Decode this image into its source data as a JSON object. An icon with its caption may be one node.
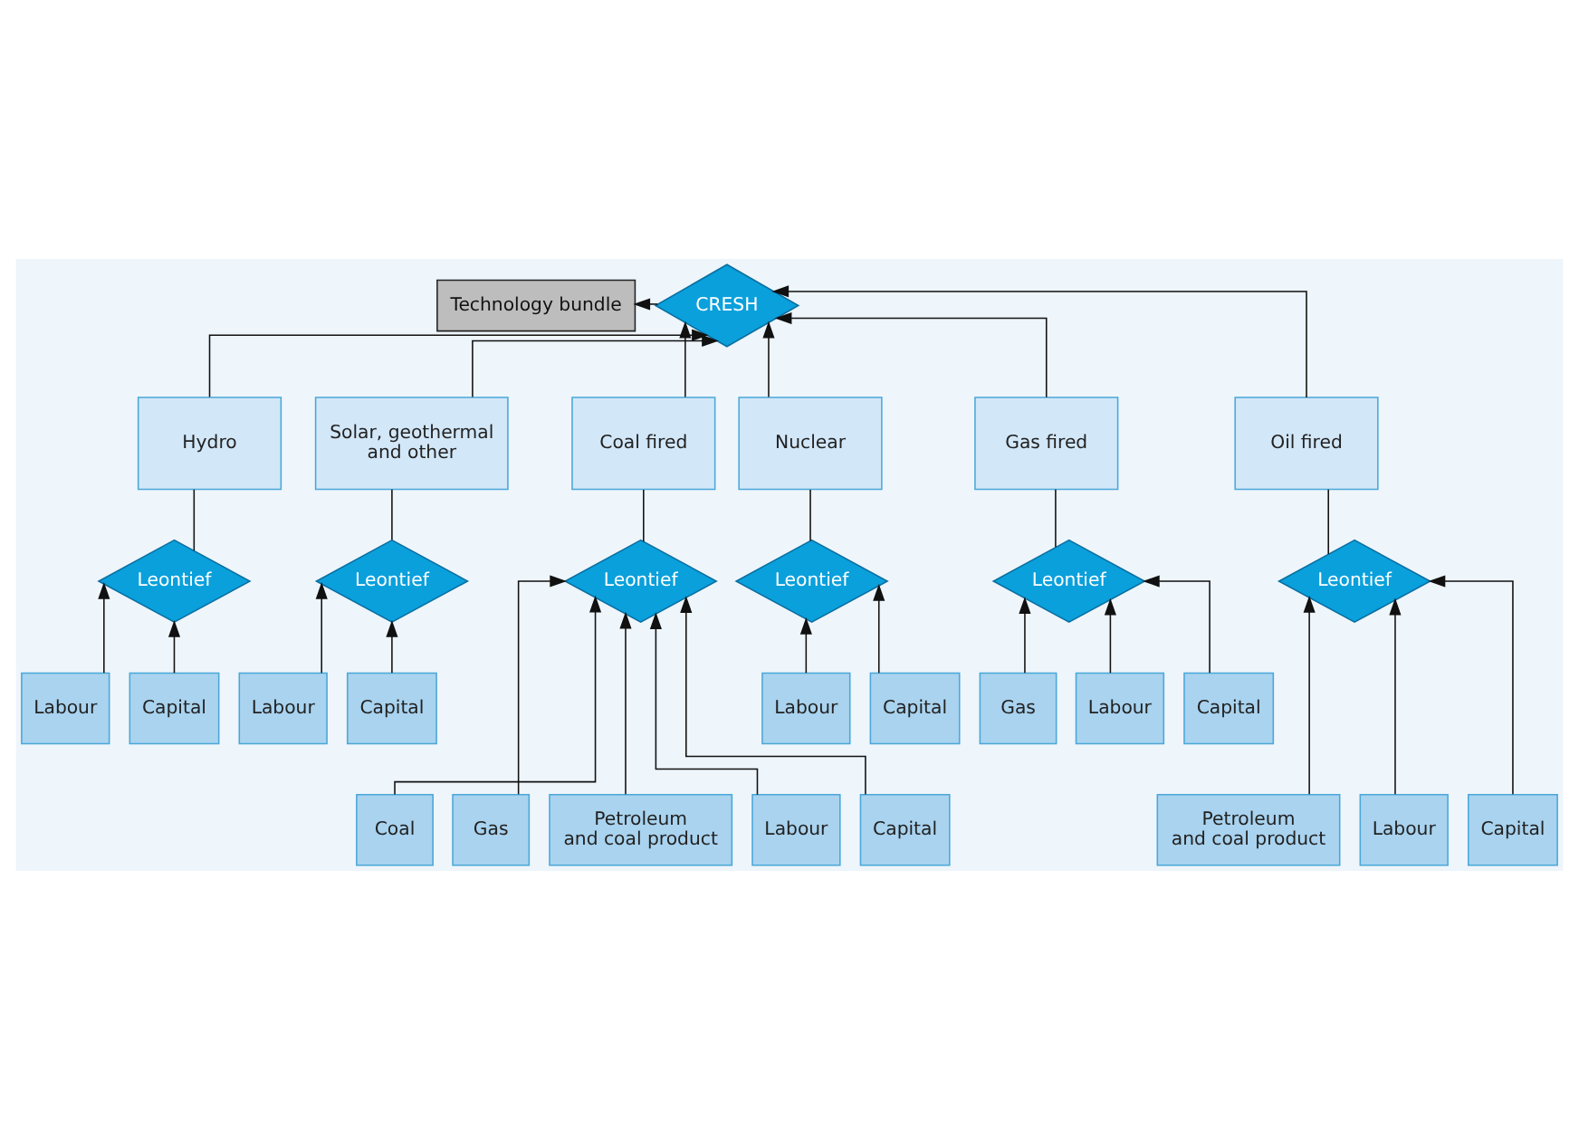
{
  "diagram": {
    "nodes": [
      {
        "text": [
          "Technology bundle"
        ]
      },
      {
        "text": [
          "CRESH"
        ]
      },
      {
        "text": [
          "Hydro"
        ]
      },
      {
        "text": [
          "Solar, geothermal and other"
        ]
      },
      {
        "text": [
          "Coal fired"
        ]
      },
      {
        "text": [
          "Nuclear"
        ]
      },
      {
        "text": [
          "Gas fired"
        ]
      },
      {
        "text": [
          "Oil fired"
        ]
      },
      {
        "text": [
          "Leontief"
        ]
      },
      {
        "text": [
          "Leontief"
        ]
      },
      {
        "text": [
          "Leontief"
        ]
      },
      {
        "text": [
          "Leontief"
        ]
      },
      {
        "text": [
          "Leontief"
        ]
      },
      {
        "text": [
          "Leontief"
        ]
      },
      {
        "text": [
          "Labour"
        ]
      },
      {
        "text": [
          "Capital"
        ]
      },
      {
        "text": [
          "Labour"
        ]
      },
      {
        "text": [
          "Capital"
        ]
      },
      {
        "text": [
          "Labour"
        ]
      },
      {
        "text": [
          "Capital"
        ]
      },
      {
        "text": [
          "Gas"
        ]
      },
      {
        "text": [
          "Labour"
        ]
      },
      {
        "text": [
          "Capital"
        ]
      },
      {
        "text": [
          "Coal"
        ]
      },
      {
        "text": [
          "Gas"
        ]
      },
      {
        "text": [
          "Petroleum and coal product"
        ]
      },
      {
        "text": [
          "Labour"
        ]
      },
      {
        "text": [
          "Capital"
        ]
      },
      {
        "text": [
          "Petroleum and coal product"
        ]
      },
      {
        "text": [
          "Labour"
        ]
      },
      {
        "text": [
          "Capital"
        ]
      }
    ],
    "edges": [
      {
        "from": 1,
        "to": 0,
        "arrow": "to"
      },
      {
        "from": 2,
        "to": 1,
        "arrow": "to"
      },
      {
        "from": 3,
        "to": 1,
        "arrow": "to"
      },
      {
        "from": 4,
        "to": 1,
        "arrow": "to"
      },
      {
        "from": 5,
        "to": 1,
        "arrow": "to"
      },
      {
        "from": 6,
        "to": 1,
        "arrow": "to"
      },
      {
        "from": 7,
        "to": 1,
        "arrow": "to"
      },
      {
        "from": 8,
        "to": 2,
        "arrow": "none"
      },
      {
        "from": 9,
        "to": 3,
        "arrow": "none"
      },
      {
        "from": 10,
        "to": 4,
        "arrow": "none"
      },
      {
        "from": 11,
        "to": 5,
        "arrow": "none"
      },
      {
        "from": 12,
        "to": 6,
        "arrow": "none"
      },
      {
        "from": 13,
        "to": 7,
        "arrow": "none"
      },
      {
        "from": 14,
        "to": 8,
        "arrow": "to"
      },
      {
        "from": 15,
        "to": 8,
        "arrow": "to"
      },
      {
        "from": 16,
        "to": 9,
        "arrow": "to"
      },
      {
        "from": 17,
        "to": 9,
        "arrow": "to"
      },
      {
        "from": 18,
        "to": 11,
        "arrow": "to"
      },
      {
        "from": 19,
        "to": 11,
        "arrow": "to"
      },
      {
        "from": 20,
        "to": 12,
        "arrow": "to"
      },
      {
        "from": 21,
        "to": 12,
        "arrow": "to"
      },
      {
        "from": 22,
        "to": 12,
        "arrow": "to"
      },
      {
        "from": 23,
        "to": 10,
        "arrow": "to"
      },
      {
        "from": 24,
        "to": 10,
        "arrow": "to"
      },
      {
        "from": 25,
        "to": 10,
        "arrow": "to"
      },
      {
        "from": 26,
        "to": 10,
        "arrow": "to"
      },
      {
        "from": 27,
        "to": 10,
        "arrow": "to"
      },
      {
        "from": 28,
        "to": 13,
        "arrow": "to"
      },
      {
        "from": 29,
        "to": 13,
        "arrow": "to"
      },
      {
        "from": 30,
        "to": 13,
        "arrow": "to"
      }
    ]
  }
}
